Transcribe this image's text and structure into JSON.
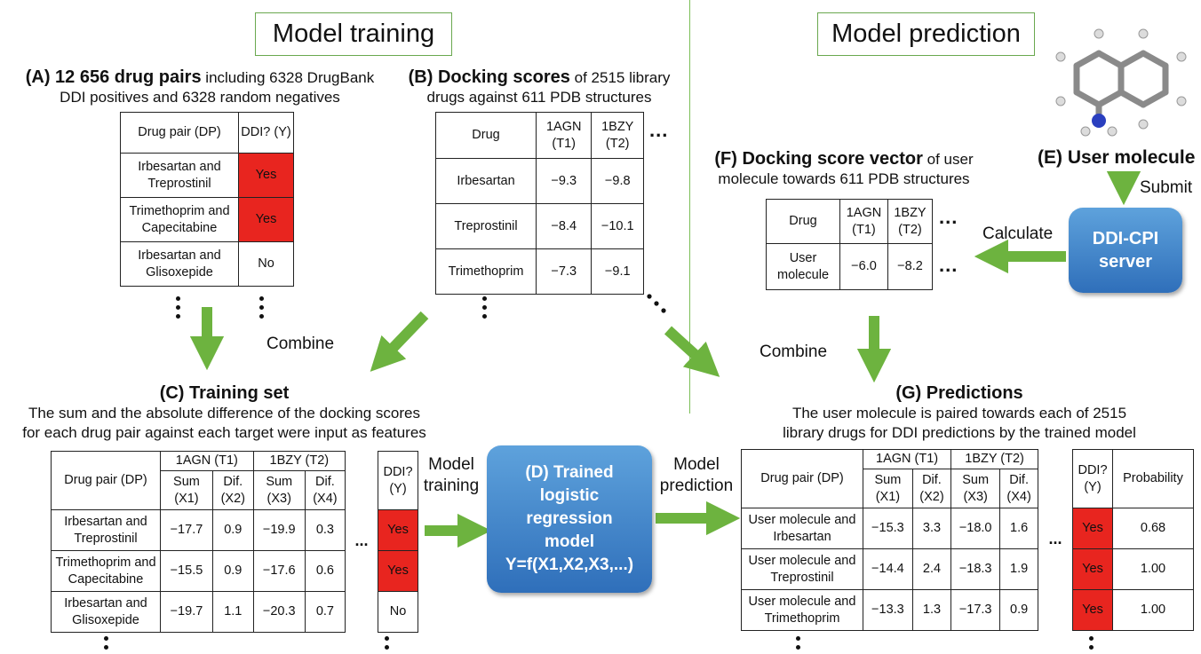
{
  "headers": {
    "training": "Model training",
    "prediction": "Model prediction"
  },
  "panelA": {
    "title_bold": "(A) 12 656 drug pairs",
    "title_rest": " including 6328 DrugBank",
    "title_line2": "DDI positives and 6328 random negatives",
    "col1": "Drug pair (DP)",
    "col2": "DDI? (Y)",
    "rows": [
      {
        "dp": "Irbesartan and Treprostinil",
        "y": "Yes"
      },
      {
        "dp": "Trimethoprim and Capecitabine",
        "y": "Yes"
      },
      {
        "dp": "Irbesartan and Glisoxepide",
        "y": "No"
      }
    ]
  },
  "panelB": {
    "title_bold": "(B) Docking scores",
    "title_rest": " of 2515 library",
    "title_line2": "drugs against 611 PDB structures",
    "col_drug": "Drug",
    "t1": "1AGN",
    "t1sub": "(T1)",
    "t2": "1BZY",
    "t2sub": "(T2)",
    "rows": [
      {
        "drug": "Irbesartan",
        "v1": "−9.3",
        "v2": "−9.8"
      },
      {
        "drug": "Treprostinil",
        "v1": "−8.4",
        "v2": "−10.1"
      },
      {
        "drug": "Trimethoprim",
        "v1": "−7.3",
        "v2": "−9.1"
      }
    ]
  },
  "panelC": {
    "title": "(C) Training set",
    "desc1": "The sum and the absolute difference of the docking scores",
    "desc2": "for each drug pair against each target were input as features",
    "col_dp": "Drug pair (DP)",
    "t1": "1AGN (T1)",
    "t2": "1BZY (T2)",
    "sum": "Sum",
    "dif": "Dif.",
    "x1": "(X1)",
    "x2": "(X2)",
    "x3": "(X3)",
    "x4": "(X4)",
    "ddi": "DDI? (Y)",
    "rows": [
      {
        "dp": "Irbesartan and Treprostinil",
        "a": "−17.7",
        "b": "0.9",
        "c": "−19.9",
        "d": "0.3",
        "y": "Yes"
      },
      {
        "dp": "Trimethoprim and Capecitabine",
        "a": "−15.5",
        "b": "0.9",
        "c": "−17.6",
        "d": "0.6",
        "y": "Yes"
      },
      {
        "dp": "Irbesartan and Glisoxepide",
        "a": "−19.7",
        "b": "1.1",
        "c": "−20.3",
        "d": "0.7",
        "y": "No"
      }
    ]
  },
  "panelD": {
    "line1": "(D) Trained",
    "line2": "logistic",
    "line3": "regression",
    "line4": "model",
    "formula": "Y=f(X1,X2,X3,...)"
  },
  "panelE": {
    "title": "(E) User molecule",
    "submit": "Submit",
    "server": "DDI-CPI server",
    "calculate": "Calculate"
  },
  "panelF": {
    "title_bold": "(F) Docking score vector",
    "title_rest": " of user",
    "title_line2": "molecule towards 611 PDB structures",
    "col_drug": "Drug",
    "t1": "1AGN",
    "t1sub": "(T1)",
    "t2": "1BZY",
    "t2sub": "(T2)",
    "row": {
      "drug": "User molecule",
      "v1": "−6.0",
      "v2": "−8.2"
    }
  },
  "panelG": {
    "title": "(G) Predictions",
    "desc1": "The user molecule is paired towards  each of 2515",
    "desc2": "library drugs for DDI predictions by the trained model",
    "col_dp": "Drug pair (DP)",
    "t1": "1AGN (T1)",
    "t2": "1BZY (T2)",
    "sum": "Sum",
    "dif": "Dif.",
    "x1": "(X1)",
    "x2": "(X2)",
    "x3": "(X3)",
    "x4": "(X4)",
    "ddi": "DDI? (Y)",
    "prob": "Probability",
    "rows": [
      {
        "dp": "User molecule and Irbesartan",
        "a": "−15.3",
        "b": "3.3",
        "c": "−18.0",
        "d": "1.6",
        "y": "Yes",
        "p": "0.68"
      },
      {
        "dp": "User molecule and Treprostinil",
        "a": "−14.4",
        "b": "2.4",
        "c": "−18.3",
        "d": "1.9",
        "y": "Yes",
        "p": "1.00"
      },
      {
        "dp": "User molecule and Trimethoprim",
        "a": "−13.3",
        "b": "1.3",
        "c": "−17.3",
        "d": "0.9",
        "y": "Yes",
        "p": "1.00"
      }
    ]
  },
  "labels": {
    "combine_left": "Combine",
    "combine_right": "Combine",
    "model_training_1": "Model",
    "model_training_2": "training",
    "model_prediction_1": "Model",
    "model_prediction_2": "prediction",
    "ellipsis": "..."
  },
  "colors": {
    "arrow": "#6db33f",
    "positive": "#e8251f",
    "server": "#3d7fc6"
  }
}
